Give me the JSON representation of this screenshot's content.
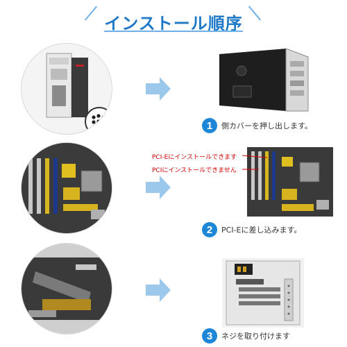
{
  "header": {
    "title": "インストール順序"
  },
  "colors": {
    "accent": "#1e86d6",
    "arrow": "#9cc8ec",
    "callout": "#d40000"
  },
  "steps": [
    {
      "number": "1",
      "text": "側カバーを押し出します。"
    },
    {
      "number": "2",
      "text": "PCI-Eに差し込みます。"
    },
    {
      "number": "3",
      "text": "ネジを取り付けます"
    }
  ],
  "callouts": {
    "pcie": "PCI-Eにインストールできます",
    "pci": "PCIにインストールできません"
  }
}
